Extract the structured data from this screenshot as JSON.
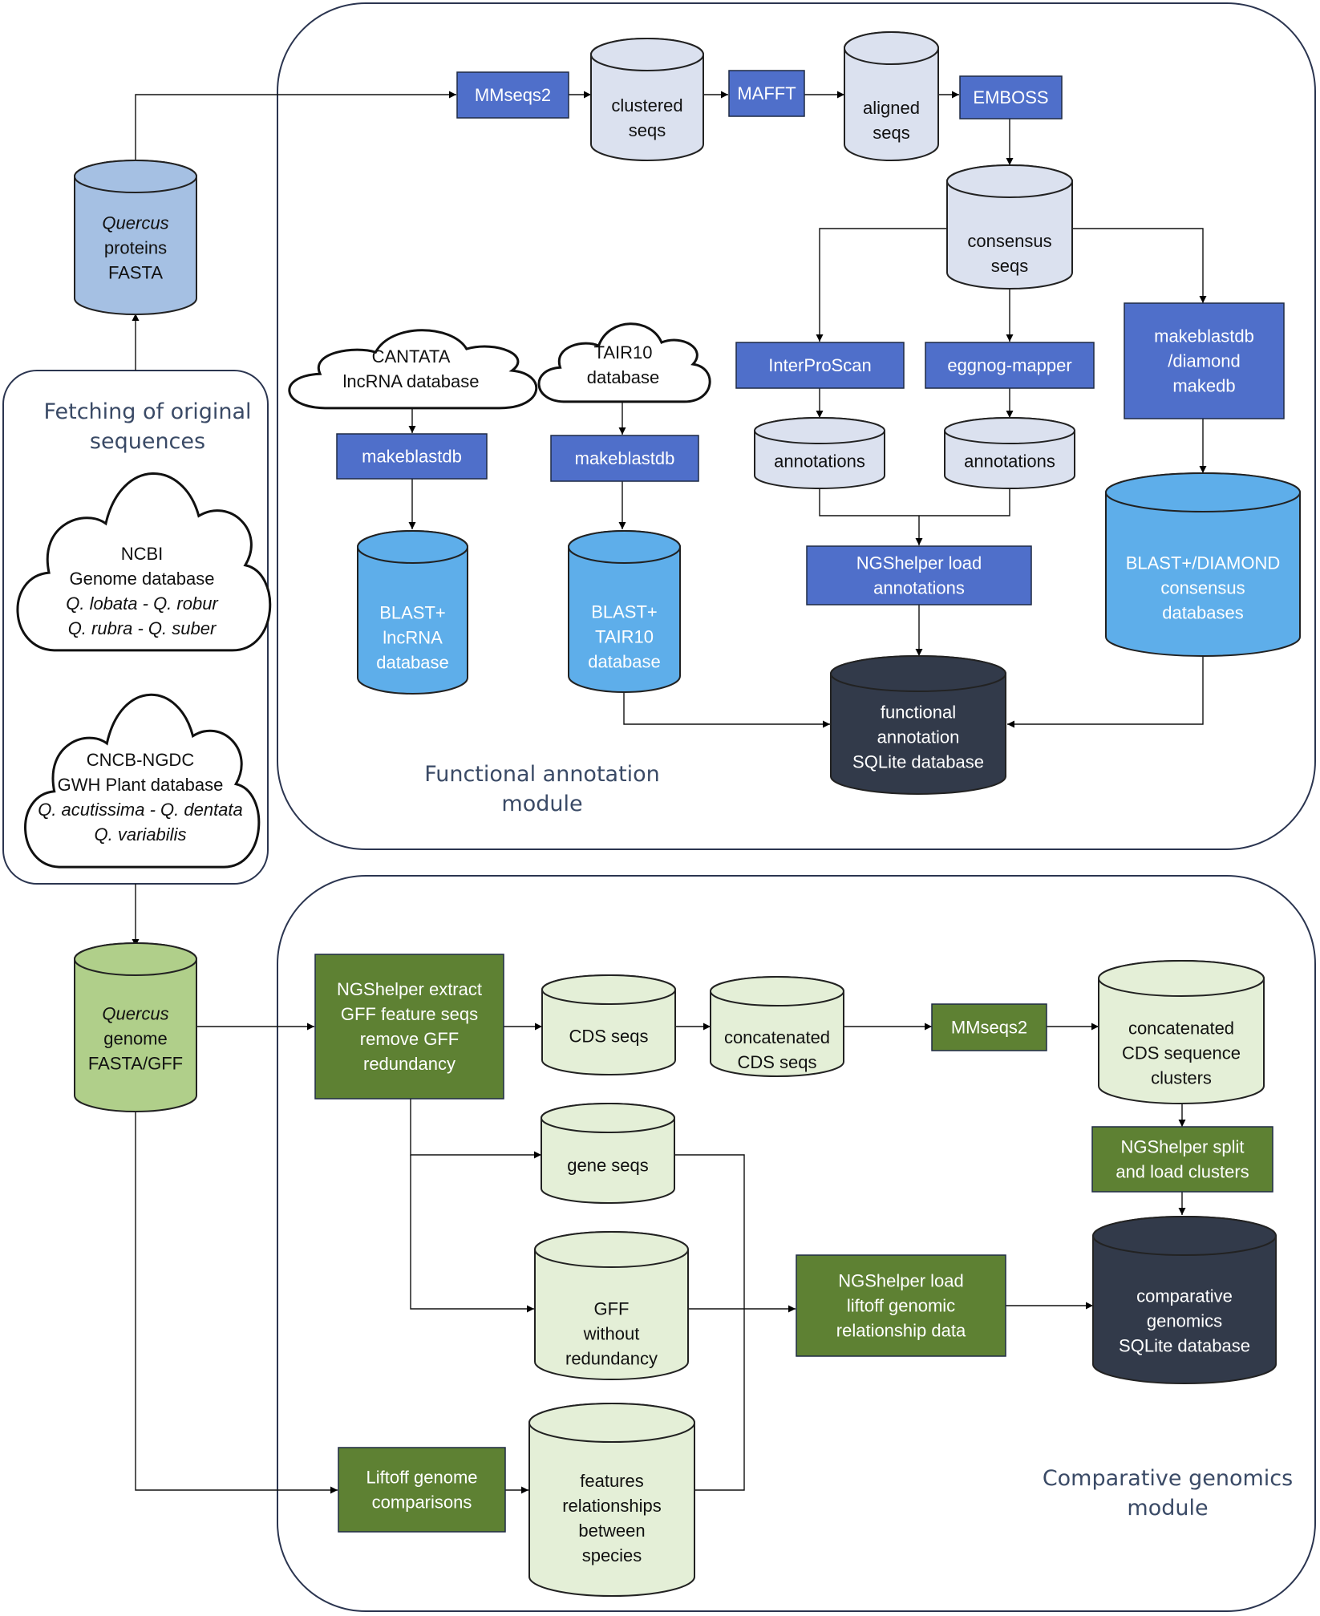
{
  "colors": {
    "blue_box": "#4f6fca",
    "blue_db_light": "#a5c0e3",
    "blue_db_pale": "#dbe1ef",
    "blue_db_bright": "#5eaeea",
    "green_box": "#5e8133",
    "green_db": "#b0cf8a",
    "green_db_pale": "#e4efd7",
    "dark_db": "#323a4a",
    "module_border": "#2b3550",
    "module_label": "#3a4a66"
  },
  "modules": {
    "fetching": "Fetching of original\nsequences",
    "functional": "Functional annotation\nmodule",
    "comparative": "Comparative genomics\nmodule"
  },
  "nodes": {
    "quercus_proteins": "*Quercus*\nproteins\nFASTA",
    "ncbi": "NCBI\nGenome database\n*Q. lobata - Q. robur*\n*Q. rubra - Q. suber*",
    "cncb": "CNCB-NGDC\nGWH Plant database\n*Q. acutissima - Q. dentata*\n*Q. variabilis*",
    "quercus_genome": "*Quercus*\ngenome\nFASTA/GFF",
    "mmseqs2_top": "MMseqs2",
    "clustered_seqs": "clustered\nseqs",
    "mafft": "MAFFT",
    "aligned_seqs": "aligned\nseqs",
    "emboss": "EMBOSS",
    "consensus_seqs": "consensus\nseqs",
    "interproscan": "InterProScan",
    "eggnog": "eggnog-mapper",
    "makeblastdb_diamond": "makeblastdb\n/diamond\nmakedb",
    "annotations_1": "annotations",
    "annotations_2": "annotations",
    "ngshelper_load_annotations": "NGShelper load\nannotations",
    "blast_diamond_db": "BLAST+/DIAMOND\nconsensus\ndatabases",
    "cantata": "CANTATA\nlncRNA database",
    "tair10": "TAIR10\ndatabase",
    "makeblastdb_1": "makeblastdb",
    "makeblastdb_2": "makeblastdb",
    "blast_lncrna": "BLAST+\nlncRNA\ndatabase",
    "blast_tair10": "BLAST+\nTAIR10\ndatabase",
    "functional_db": "functional\nannotation\nSQLite database",
    "ngshelper_extract": "NGShelper extract\nGFF feature seqs\nremove GFF\nredundancy",
    "cds_seqs": "CDS seqs",
    "concatenated_cds": "concatenated\nCDS seqs",
    "mmseqs2_bottom": "MMseqs2",
    "cds_clusters": "concatenated\nCDS sequence\nclusters",
    "ngshelper_split": "NGShelper split\nand load clusters",
    "gene_seqs": "gene seqs",
    "gff_without": "GFF\nwithout\nredundancy",
    "ngshelper_liftoff": "NGShelper load\nliftoff genomic\nrelationship data",
    "comparative_db": "comparative\ngenomics\nSQLite database",
    "liftoff": "Liftoff genome\ncomparisons",
    "features_rel": "features\nrelationships\nbetween\nspecies"
  }
}
